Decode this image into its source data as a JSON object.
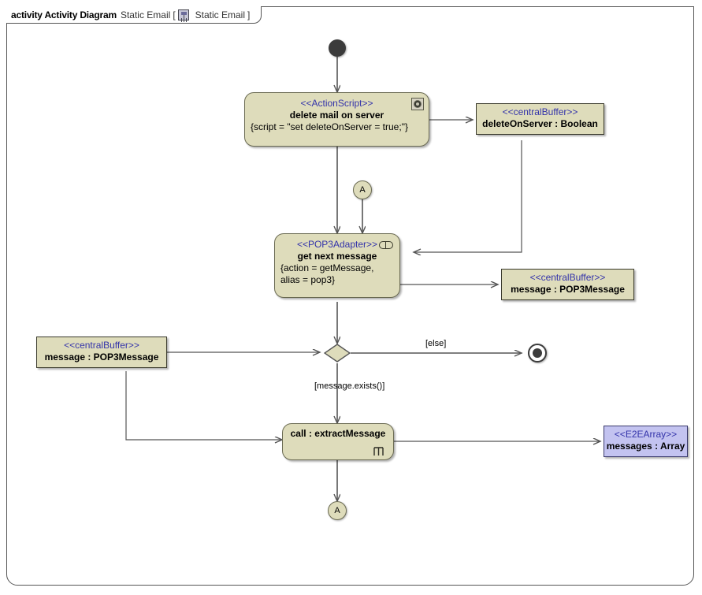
{
  "frame": {
    "keyword": "activity Activity Diagram",
    "name": "Static Email",
    "bracket_open": "[",
    "bracket_close": "]",
    "diagram_name": "Static Email",
    "icon": "diagram-icon"
  },
  "colors": {
    "node_fill": "#dedcbb",
    "node_border": "#6a6a52",
    "object_border": "#3a3a2c",
    "array_fill": "#c3c3f0",
    "array_border": "#3a3a6c",
    "stereotype_text": "#3333aa",
    "edge": "#555555",
    "control_node": "#3b3b3b",
    "canvas": "#ffffff"
  },
  "nodes": {
    "initial": {
      "name": "initial-node"
    },
    "delete_mail": {
      "stereotype": "<<ActionScript>>",
      "name": "delete mail on server",
      "properties": "{script = \"set deleteOnServer = true;\"}",
      "icon": "script-gear-icon"
    },
    "delete_on_server_buffer": {
      "stereotype": "<<centralBuffer>>",
      "name": "deleteOnServer : Boolean"
    },
    "connector_in": {
      "label": "A"
    },
    "get_next_message": {
      "stereotype": "<<POP3Adapter>>",
      "name": "get next message",
      "properties_line1": "{action = getMessage,",
      "properties_line2": "alias = pop3}",
      "icon": "adapter-pill-icon"
    },
    "message_buffer_right": {
      "stereotype": "<<centralBuffer>>",
      "name": "message : POP3Message"
    },
    "message_buffer_left": {
      "stereotype": "<<centralBuffer>>",
      "name": "message : POP3Message"
    },
    "decision": {
      "name": "decision-node"
    },
    "activity_final": {
      "name": "activity-final-node"
    },
    "extract_message": {
      "name": "call : extractMessage",
      "icon": "rake-icon"
    },
    "messages_array": {
      "stereotype": "<<E2EArray>>",
      "name": "messages : Array"
    },
    "connector_out": {
      "label": "A"
    }
  },
  "edge_labels": {
    "else": "[else]",
    "message_exists": "[message.exists()]"
  }
}
